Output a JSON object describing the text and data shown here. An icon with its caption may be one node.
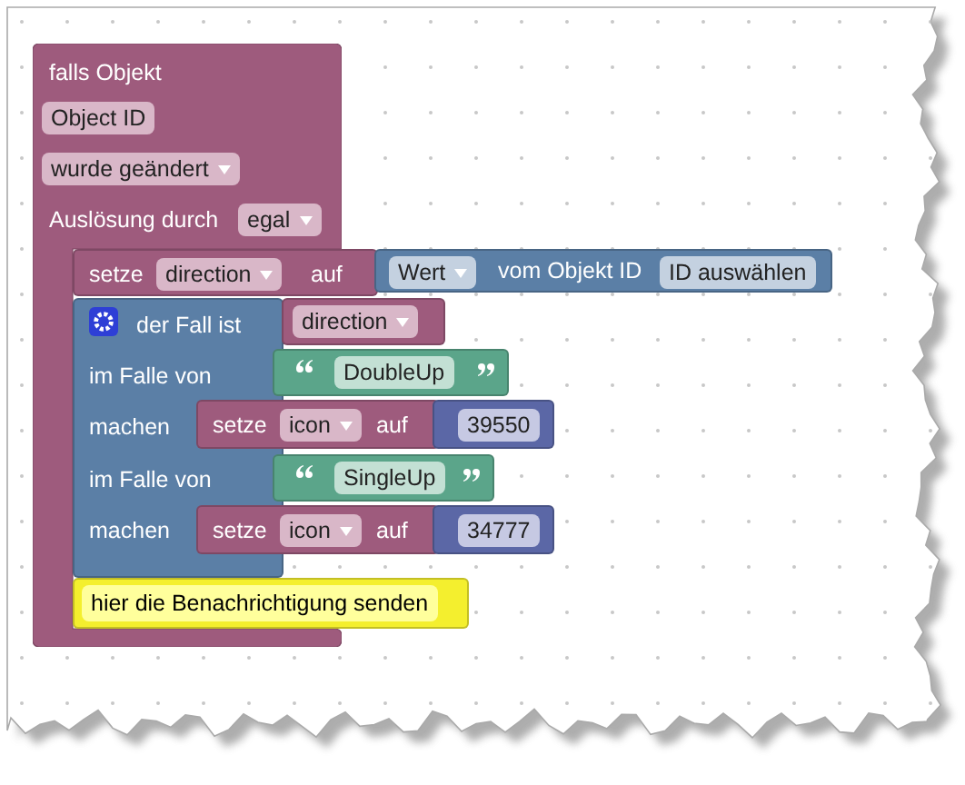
{
  "diagram": {
    "nodes": [
      {
        "text": [
          "falls Objekt",
          "Auslösung durch"
        ]
      },
      {
        "text": [
          "Object ID"
        ],
        "in": 0
      },
      {
        "text": [
          "wurde geändert"
        ],
        "in": 0
      },
      {
        "text": [
          "egal"
        ],
        "in": 0
      },
      {
        "text": [
          "setze",
          "auf"
        ],
        "in": 0
      },
      {
        "text": [
          "direction"
        ],
        "in": 4
      },
      {
        "text": [
          "vom Objekt ID"
        ]
      },
      {
        "text": [
          "Wert"
        ],
        "in": 6
      },
      {
        "text": [
          "ID auswählen"
        ],
        "in": 6
      },
      {
        "text": [
          "der Fall ist",
          "im Falle von",
          "machen",
          "im Falle von",
          "machen"
        ],
        "in": 0
      },
      {
        "text": [
          "direction"
        ]
      },
      {
        "text": [
          "DoubleUp"
        ]
      },
      {
        "text": [
          "setze",
          "auf"
        ]
      },
      {
        "text": [
          "icon"
        ],
        "in": 12
      },
      {
        "text": [
          "39550"
        ]
      },
      {
        "text": [
          "SingleUp"
        ]
      },
      {
        "text": [
          "setze",
          "auf"
        ]
      },
      {
        "text": [
          "icon"
        ],
        "in": 16
      },
      {
        "text": [
          "34777"
        ]
      },
      {
        "text": [
          "hier die Benachrichtigung senden"
        ]
      }
    ]
  }
}
